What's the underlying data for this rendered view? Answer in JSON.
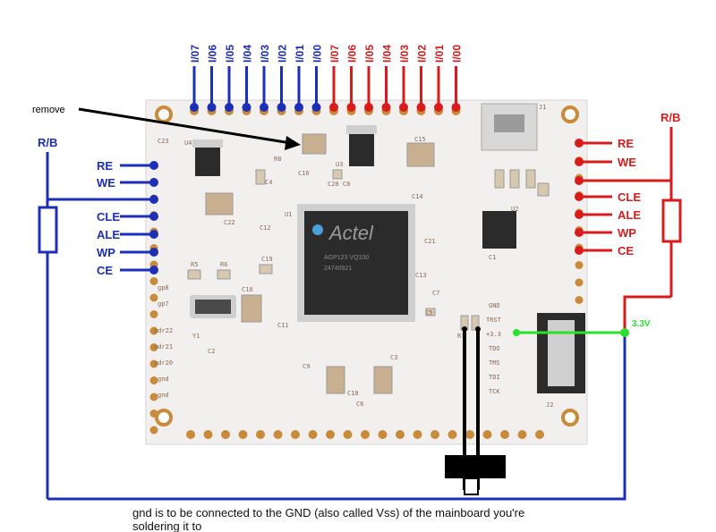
{
  "colors": {
    "blue": "#1c2fb8",
    "red": "#d81c1c",
    "green": "#2ee02e",
    "black": "#000000",
    "board": "#f2f0ee",
    "pad": "#c98a3a",
    "chip": "#2b2b2b"
  },
  "top_labels": {
    "blue": [
      "I/07",
      "I/06",
      "I/05",
      "I/04",
      "I/03",
      "I/02",
      "I/01",
      "I/00"
    ],
    "red": [
      "I/07",
      "I/06",
      "I/05",
      "I/04",
      "I/03",
      "I/02",
      "I/01",
      "I/00"
    ]
  },
  "remove_label": "remove",
  "left_side": {
    "rb": "R/B",
    "signals": [
      "RE",
      "WE",
      "CLE",
      "ALE",
      "WP",
      "CE"
    ]
  },
  "right_side": {
    "rb": "R/B",
    "signals": [
      "RE",
      "WE",
      "CLE",
      "ALE",
      "WP",
      "CE"
    ]
  },
  "voltage_label": "3.3V",
  "chip_brand": "Actel",
  "caption_line1": "gnd is to be connected to the GND (also called Vss) of the mainboard you're",
  "caption_line2": "soldering it to"
}
